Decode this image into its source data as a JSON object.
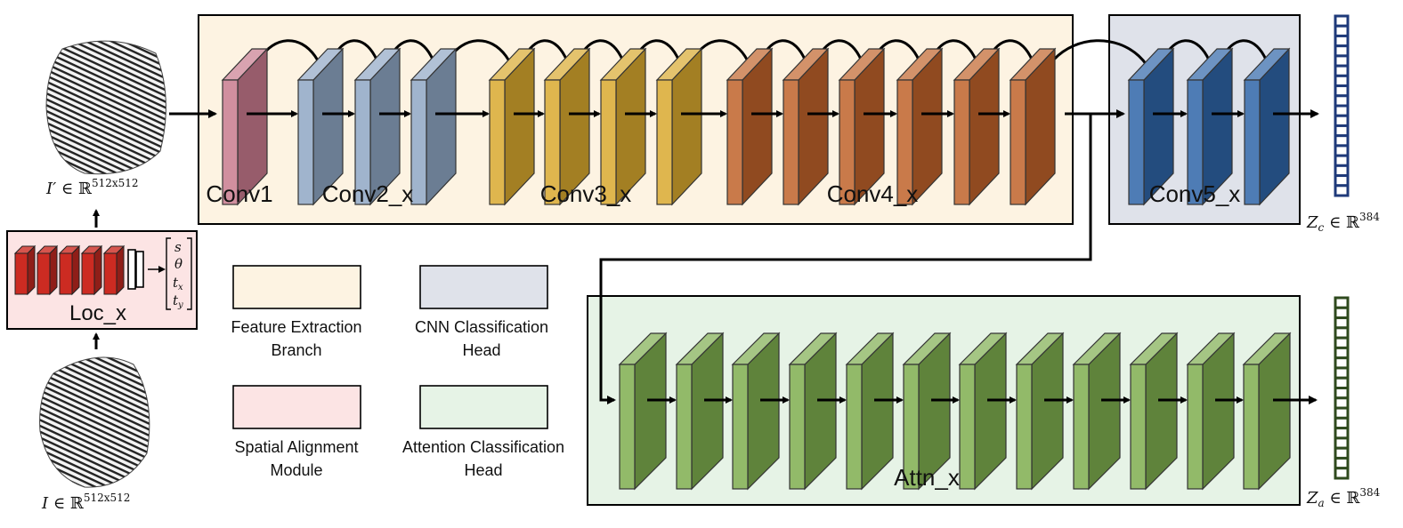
{
  "stages": {
    "conv1": "Conv1",
    "conv2": "Conv2_x",
    "conv3": "Conv3_x",
    "conv4": "Conv4_x",
    "conv5": "Conv5_x",
    "attn": "Attn_x",
    "loc": "Loc_x"
  },
  "inputs": {
    "aligned_var": "I′",
    "aligned_set": " ∈ ℝ",
    "aligned_dim": "512x512",
    "raw_var": "I",
    "raw_set": " ∈ ℝ",
    "raw_dim": "512x512"
  },
  "outputs": {
    "zc_var": "Z",
    "zc_sub": "c",
    "zc_set": " ∈ ℝ",
    "zc_dim": "384",
    "za_var": "Z",
    "za_sub": "a",
    "za_set": " ∈ ℝ",
    "za_dim": "384"
  },
  "transform_params": [
    "s",
    "θ",
    "t",
    "x",
    "t",
    "y"
  ],
  "legend": {
    "feature_line1": "Feature Extraction",
    "feature_line2": "Branch",
    "cnn_line1": "CNN Classification",
    "cnn_line2": "Head",
    "spatial_line1": "Spatial Alignment",
    "spatial_line2": "Module",
    "attn_line1": "Attention Classification",
    "attn_line2": "Head"
  },
  "colors": {
    "feature_bg": "#fdf3e2",
    "cnn_bg": "#dfe2ea",
    "spatial_bg": "#fce4e4",
    "attn_bg": "#e6f3e6",
    "conv1": "#c97b8e",
    "conv2": "#8fa7c4",
    "conv3": "#d9a92f",
    "conv4": "#c0632a",
    "conv5": "#2f65a8",
    "attn": "#7fae4f",
    "loc": "#cc2b22",
    "zc_vector": "#1f3a7a",
    "za_vector": "#2f4a1e"
  }
}
